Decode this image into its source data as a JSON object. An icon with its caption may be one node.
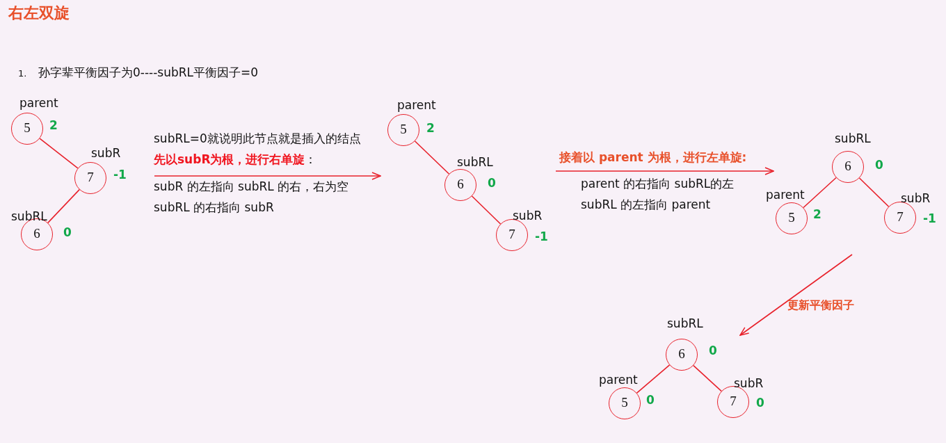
{
  "diagram": {
    "title": "右左双旋",
    "nodes": [
      {
        "text": [
          "5"
        ],
        "beside": [
          "parent",
          "2"
        ]
      },
      {
        "text": [
          "7"
        ],
        "beside": [
          "subR",
          "-1"
        ]
      },
      {
        "text": [
          "6"
        ],
        "beside": [
          "subRL",
          "0"
        ]
      },
      {
        "text": [
          "5"
        ],
        "beside": [
          "parent",
          "2"
        ]
      },
      {
        "text": [
          "6"
        ],
        "beside": [
          "subRL",
          "0"
        ]
      },
      {
        "text": [
          "7"
        ],
        "beside": [
          "subR",
          "-1"
        ]
      },
      {
        "text": [
          "6"
        ],
        "beside": [
          "subRL",
          "0"
        ]
      },
      {
        "text": [
          "5"
        ],
        "beside": [
          "parent",
          "2"
        ]
      },
      {
        "text": [
          "7"
        ],
        "beside": [
          "subR",
          "-1"
        ]
      },
      {
        "text": [
          "6"
        ],
        "beside": [
          "subRL",
          "0"
        ]
      },
      {
        "text": [
          "5"
        ],
        "beside": [
          "parent",
          "0"
        ]
      },
      {
        "text": [
          "7"
        ],
        "beside": [
          "subR",
          "0"
        ]
      }
    ],
    "edges": [
      {
        "from": 0,
        "to": 1,
        "arrow": "none"
      },
      {
        "from": 1,
        "to": 2,
        "arrow": "none"
      },
      {
        "from": 3,
        "to": 4,
        "arrow": "none"
      },
      {
        "from": 4,
        "to": 5,
        "arrow": "none"
      },
      {
        "from": 6,
        "to": 7,
        "arrow": "none"
      },
      {
        "from": 6,
        "to": 8,
        "arrow": "none"
      },
      {
        "from": 9,
        "to": 10,
        "arrow": "none"
      },
      {
        "from": 9,
        "to": 11,
        "arrow": "none"
      }
    ],
    "labels": [
      "1.",
      "孙字辈平衡因子为0----subRL平衡因子=0",
      "subRL=0就说明此节点就是插入的结点",
      "**先以subR为根，进行右单旋**：",
      "subR 的左指向 subRL 的右，右为空",
      "subRL 的右指向 subR",
      "接着以 parent 为根，进行左单旋:",
      "parent 的右指向 subRL的左",
      "subRL 的左指向 parent",
      "更新平衡因子"
    ]
  }
}
